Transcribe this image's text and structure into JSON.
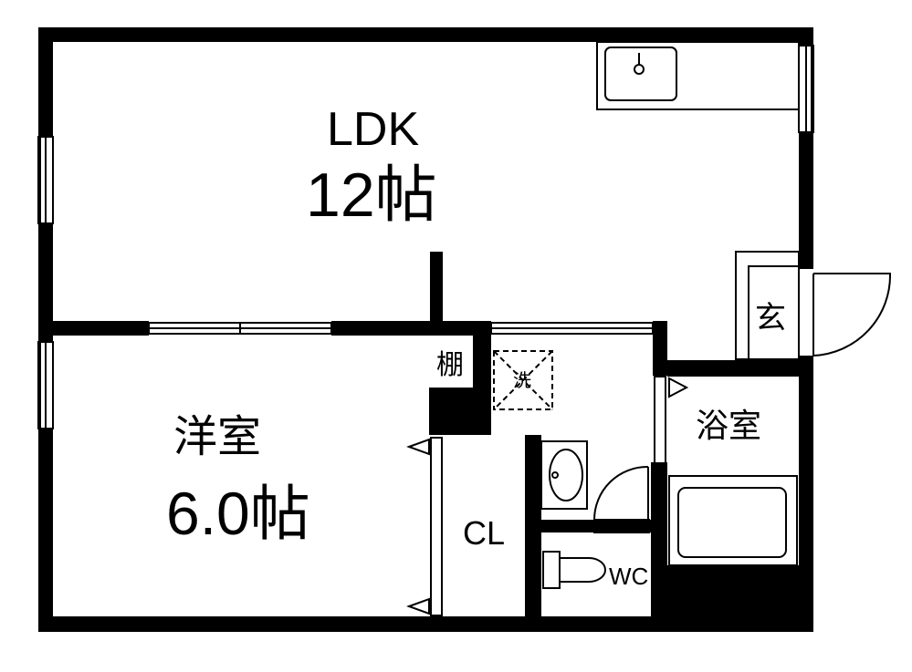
{
  "rooms": {
    "ldk": {
      "name": "LDK",
      "size": "12帖"
    },
    "western": {
      "name": "洋室",
      "size": "6.0帖"
    },
    "closet": {
      "name": "CL"
    },
    "shelf": {
      "name": "棚"
    },
    "washer": {
      "name": "洗"
    },
    "bath": {
      "name": "浴室"
    },
    "toilet": {
      "name": "WC"
    },
    "entrance": {
      "name": "玄"
    }
  },
  "colors": {
    "wall": "#000000",
    "background": "#ffffff",
    "line": "#000000"
  }
}
